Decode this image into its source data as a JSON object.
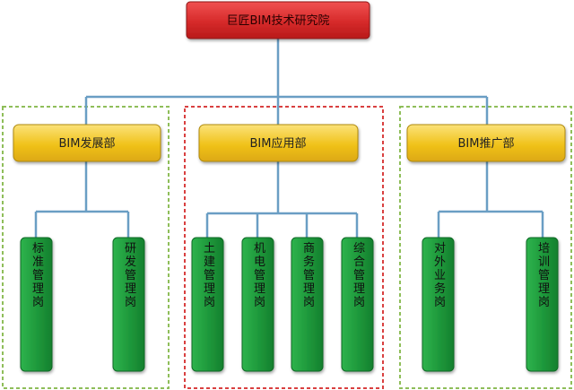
{
  "root": {
    "label": "巨匠BIM技术研究院",
    "color": "#d62a2a"
  },
  "departments": [
    {
      "label": "BIM发展部",
      "posts": [
        "标准管理岗",
        "研发管理岗"
      ]
    },
    {
      "label": "BIM应用部",
      "posts": [
        "土建管理岗",
        "机电管理岗",
        "商务管理岗",
        "综合管理岗"
      ]
    },
    {
      "label": "BIM推广部",
      "posts": [
        "对外业务岗",
        "培训管理岗"
      ]
    }
  ],
  "colors": {
    "department": "#f0c21a",
    "post": "#1f9a3c",
    "connector": "#6a9ec4",
    "dashed_outer": "#8fbe5a",
    "dashed_center": "#d94040"
  }
}
